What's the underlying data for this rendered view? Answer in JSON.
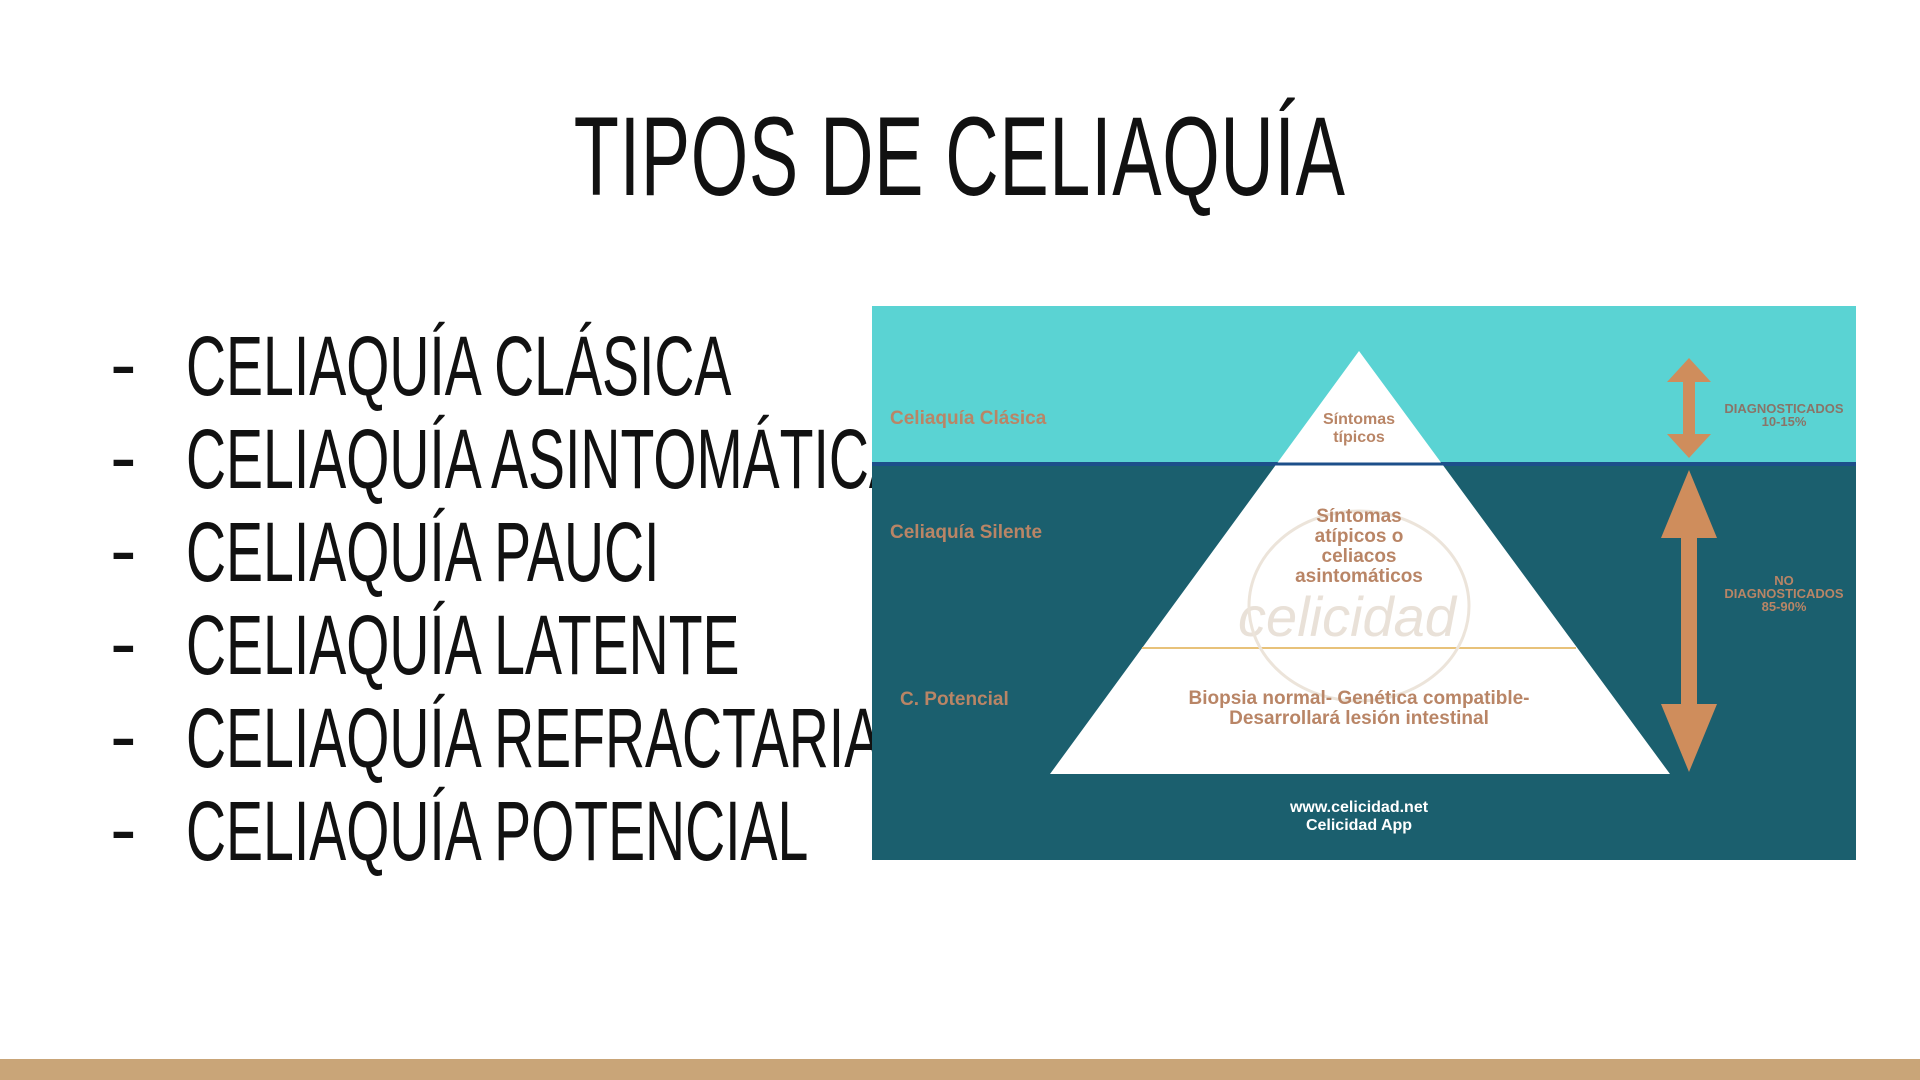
{
  "slide": {
    "title": "TIPOS DE CELIAQUÍA",
    "bullet_marker": "-",
    "items": [
      "CELIAQUÍA CLÁSICA",
      "CELIAQUÍA ASINTOMÁTICA",
      "CELIAQUÍA PAUCI",
      "CELIAQUÍA LATENTE",
      "CELIAQUÍA REFRACTARIA",
      "CELIAQUÍA POTENCIAL"
    ]
  },
  "diagram": {
    "left_labels": [
      "Celiaquía Clásica",
      "Celiaquía Silente",
      "C. Potencial"
    ],
    "tip_text": [
      "Síntomas",
      "típicos"
    ],
    "middle_text": [
      "Síntomas",
      "atípicos o",
      "celiacos",
      "asintomáticos"
    ],
    "base_text": [
      "Biopsia normal- Genética compatible-",
      "Desarrollará lesión intestinal"
    ],
    "diagnosed": [
      "DIAGNOSTICADOS",
      "10-15%"
    ],
    "undiagnosed": [
      "NO",
      "DIAGNOSTICADOS",
      "85-90%"
    ],
    "footer": [
      "www.celicidad.net",
      "Celicidad App"
    ],
    "watermark": "celicidad",
    "colors": {
      "sky": "#5ad3d3",
      "water": "#1b5f6e",
      "arrow": "#cf8d5c",
      "label": "#b98566",
      "bar": "#c9a578"
    }
  }
}
